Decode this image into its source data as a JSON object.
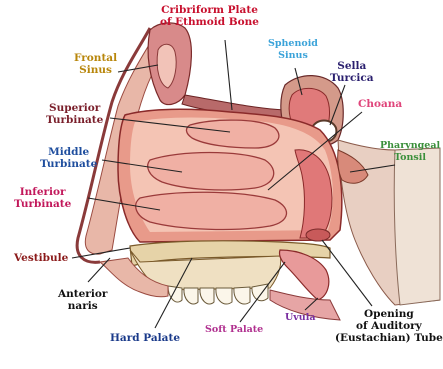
{
  "labels": {
    "cribriform": "Cribriform Plate\nof Ethmoid Bone",
    "frontal_sinus": "Frontal\nSinus",
    "sphenoid_sinus": "Sphenoid\nSinus",
    "sella_turcica": "Sella\nTurcica",
    "choana": "Choana",
    "superior_turbinate": "Superior\nTurbinate",
    "middle_turbinate": "Middle\nTurbinate",
    "inferior_turbinate": "Inferior\nTurbinate",
    "pharyngeal_tonsil": "Pharyngeal\nTonsil",
    "vestibule": "Vestibule",
    "anterior_naris": "Anterior\nnaris",
    "hard_palate": "Hard Palate",
    "soft_palate": "Soft Palate",
    "uvula": "Uvula",
    "auditory_tube": "Opening\nof Auditory\n(Eustachian) Tube"
  },
  "colors": {
    "cribriform": "#c8102e",
    "frontal_sinus": "#b8860b",
    "sphenoid_sinus": "#3ba3d9",
    "sella_turcica": "#2a1f6e",
    "choana": "#e0457b",
    "superior_turbinate": "#7a1f2b",
    "middle_turbinate": "#1f4e9e",
    "inferior_turbinate": "#c2185b",
    "pharyngeal_tonsil": "#3a8f3a",
    "vestibule": "#8b1a1a",
    "anterior_naris": "#111111",
    "hard_palate": "#1a3a8a",
    "soft_palate": "#b0308f",
    "uvula": "#7a2fa0",
    "auditory_tube": "#111111"
  }
}
